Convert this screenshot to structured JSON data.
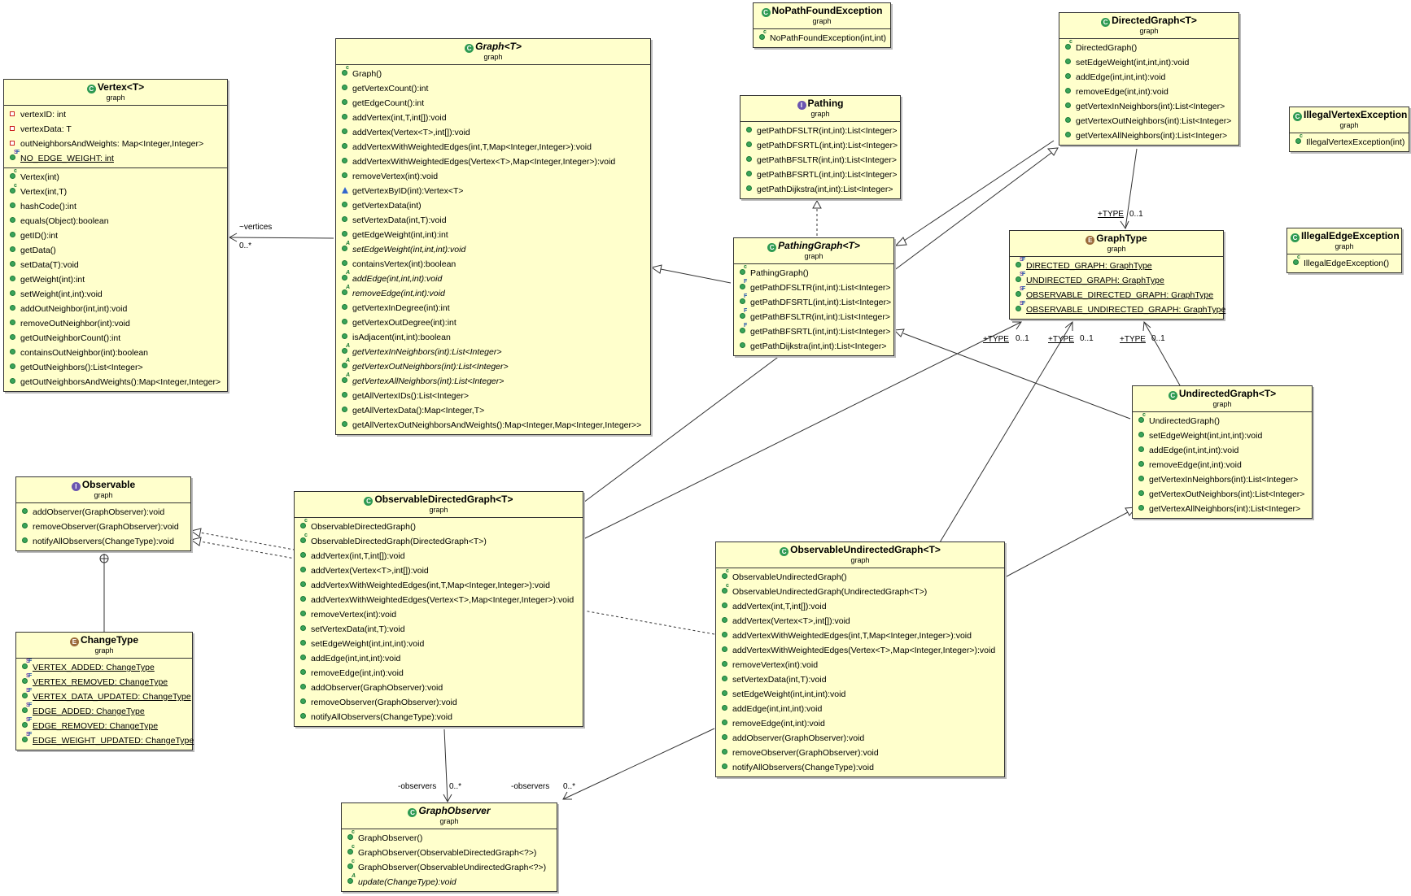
{
  "classes": {
    "vertex": {
      "name": "Vertex<T>",
      "package": "graph",
      "kind": "class",
      "fields": [
        {
          "text": "vertexID: int",
          "icon": "private-field-icon"
        },
        {
          "text": "vertexData: T",
          "icon": "private-field-icon"
        },
        {
          "text": "outNeighborsAndWeights: Map<Integer,Integer>",
          "icon": "private-field-icon"
        },
        {
          "text": "NO_EDGE_WEIGHT: int",
          "icon": "static-final-field-icon"
        }
      ],
      "methods": [
        {
          "text": "Vertex(int)",
          "icon": "constructor-icon"
        },
        {
          "text": "Vertex(int,T)",
          "icon": "constructor-icon"
        },
        {
          "text": "hashCode():int",
          "icon": "public-method-icon"
        },
        {
          "text": "equals(Object):boolean",
          "icon": "public-method-icon"
        },
        {
          "text": "getID():int",
          "icon": "public-method-icon"
        },
        {
          "text": "getData()",
          "icon": "public-method-icon"
        },
        {
          "text": "setData(T):void",
          "icon": "public-method-icon"
        },
        {
          "text": "getWeight(int):int",
          "icon": "public-method-icon"
        },
        {
          "text": "setWeight(int,int):void",
          "icon": "public-method-icon"
        },
        {
          "text": "addOutNeighbor(int,int):void",
          "icon": "public-method-icon"
        },
        {
          "text": "removeOutNeighbor(int):void",
          "icon": "public-method-icon"
        },
        {
          "text": "getOutNeighborCount():int",
          "icon": "public-method-icon"
        },
        {
          "text": "containsOutNeighbor(int):boolean",
          "icon": "public-method-icon"
        },
        {
          "text": "getOutNeighbors():List<Integer>",
          "icon": "public-method-icon"
        },
        {
          "text": "getOutNeighborsAndWeights():Map<Integer,Integer>",
          "icon": "public-method-icon"
        }
      ]
    },
    "graph": {
      "name": "Graph<T>",
      "package": "graph",
      "kind": "abstract",
      "fields": [],
      "methods": [
        {
          "text": "Graph()",
          "icon": "constructor-icon"
        },
        {
          "text": "getVertexCount():int",
          "icon": "public-method-icon"
        },
        {
          "text": "getEdgeCount():int",
          "icon": "public-method-icon"
        },
        {
          "text": "addVertex(int,T,int[]):void",
          "icon": "public-method-icon"
        },
        {
          "text": "addVertex(Vertex<T>,int[]):void",
          "icon": "public-method-icon"
        },
        {
          "text": "addVertexWithWeightedEdges(int,T,Map<Integer,Integer>):void",
          "icon": "public-method-icon"
        },
        {
          "text": "addVertexWithWeightedEdges(Vertex<T>,Map<Integer,Integer>):void",
          "icon": "public-method-icon"
        },
        {
          "text": "removeVertex(int):void",
          "icon": "public-method-icon"
        },
        {
          "text": "getVertexByID(int):Vertex<T>",
          "icon": "protected-method-icon"
        },
        {
          "text": "getVertexData(int)",
          "icon": "public-method-icon"
        },
        {
          "text": "setVertexData(int,T):void",
          "icon": "public-method-icon"
        },
        {
          "text": "getEdgeWeight(int,int):int",
          "icon": "public-method-icon"
        },
        {
          "text": "setEdgeWeight(int,int,int):void",
          "icon": "abstract-method-icon",
          "abstract": true
        },
        {
          "text": "containsVertex(int):boolean",
          "icon": "public-method-icon"
        },
        {
          "text": "addEdge(int,int,int):void",
          "icon": "abstract-method-icon",
          "abstract": true
        },
        {
          "text": "removeEdge(int,int):void",
          "icon": "abstract-method-icon",
          "abstract": true
        },
        {
          "text": "getVertexInDegree(int):int",
          "icon": "public-method-icon"
        },
        {
          "text": "getVertexOutDegree(int):int",
          "icon": "public-method-icon"
        },
        {
          "text": "isAdjacent(int,int):boolean",
          "icon": "public-method-icon"
        },
        {
          "text": "getVertexInNeighbors(int):List<Integer>",
          "icon": "abstract-method-icon",
          "abstract": true
        },
        {
          "text": "getVertexOutNeighbors(int):List<Integer>",
          "icon": "abstract-method-icon",
          "abstract": true
        },
        {
          "text": "getVertexAllNeighbors(int):List<Integer>",
          "icon": "abstract-method-icon",
          "abstract": true
        },
        {
          "text": "getAllVertexIDs():List<Integer>",
          "icon": "public-method-icon"
        },
        {
          "text": "getAllVertexData():Map<Integer,T>",
          "icon": "public-method-icon"
        },
        {
          "text": "getAllVertexOutNeighborsAndWeights():Map<Integer,Map<Integer,Integer>>",
          "icon": "public-method-icon"
        }
      ]
    },
    "noPathFound": {
      "name": "NoPathFoundException",
      "package": "graph",
      "kind": "class",
      "fields": [],
      "methods": [
        {
          "text": "NoPathFoundException(int,int)",
          "icon": "constructor-icon"
        }
      ]
    },
    "pathing": {
      "name": "Pathing",
      "package": "graph",
      "kind": "interface",
      "fields": [],
      "methods": [
        {
          "text": "getPathDFSLTR(int,int):List<Integer>",
          "icon": "public-method-icon"
        },
        {
          "text": "getPathDFSRTL(int,int):List<Integer>",
          "icon": "public-method-icon"
        },
        {
          "text": "getPathBFSLTR(int,int):List<Integer>",
          "icon": "public-method-icon"
        },
        {
          "text": "getPathBFSRTL(int,int):List<Integer>",
          "icon": "public-method-icon"
        },
        {
          "text": "getPathDijkstra(int,int):List<Integer>",
          "icon": "public-method-icon"
        }
      ]
    },
    "directedGraph": {
      "name": "DirectedGraph<T>",
      "package": "graph",
      "kind": "class",
      "fields": [],
      "methods": [
        {
          "text": "DirectedGraph()",
          "icon": "constructor-icon"
        },
        {
          "text": "setEdgeWeight(int,int,int):void",
          "icon": "public-method-icon"
        },
        {
          "text": "addEdge(int,int,int):void",
          "icon": "public-method-icon"
        },
        {
          "text": "removeEdge(int,int):void",
          "icon": "public-method-icon"
        },
        {
          "text": "getVertexInNeighbors(int):List<Integer>",
          "icon": "public-method-icon"
        },
        {
          "text": "getVertexOutNeighbors(int):List<Integer>",
          "icon": "public-method-icon"
        },
        {
          "text": "getVertexAllNeighbors(int):List<Integer>",
          "icon": "public-method-icon"
        }
      ]
    },
    "illegalVertex": {
      "name": "IllegalVertexException",
      "package": "graph",
      "kind": "class",
      "fields": [],
      "methods": [
        {
          "text": "IllegalVertexException(int)",
          "icon": "constructor-icon"
        }
      ]
    },
    "illegalEdge": {
      "name": "IllegalEdgeException",
      "package": "graph",
      "kind": "class",
      "fields": [],
      "methods": [
        {
          "text": "IllegalEdgeException()",
          "icon": "constructor-icon"
        }
      ]
    },
    "pathingGraph": {
      "name": "PathingGraph<T>",
      "package": "graph",
      "kind": "abstract",
      "fields": [],
      "methods": [
        {
          "text": "PathingGraph()",
          "icon": "constructor-icon"
        },
        {
          "text": "getPathDFSLTR(int,int):List<Integer>",
          "icon": "final-method-icon"
        },
        {
          "text": "getPathDFSRTL(int,int):List<Integer>",
          "icon": "final-method-icon"
        },
        {
          "text": "getPathBFSLTR(int,int):List<Integer>",
          "icon": "final-method-icon"
        },
        {
          "text": "getPathBFSRTL(int,int):List<Integer>",
          "icon": "final-method-icon"
        },
        {
          "text": "getPathDijkstra(int,int):List<Integer>",
          "icon": "public-method-icon"
        }
      ]
    },
    "graphType": {
      "name": "GraphType",
      "package": "graph",
      "kind": "enum",
      "fields": [
        {
          "text": "DIRECTED_GRAPH: GraphType",
          "icon": "static-final-field-icon"
        },
        {
          "text": "UNDIRECTED_GRAPH: GraphType",
          "icon": "static-final-field-icon"
        },
        {
          "text": "OBSERVABLE_DIRECTED_GRAPH: GraphType",
          "icon": "static-final-field-icon"
        },
        {
          "text": "OBSERVABLE_UNDIRECTED_GRAPH: GraphType",
          "icon": "static-final-field-icon"
        }
      ],
      "methods": []
    },
    "undirectedGraph": {
      "name": "UndirectedGraph<T>",
      "package": "graph",
      "kind": "class",
      "fields": [],
      "methods": [
        {
          "text": "UndirectedGraph()",
          "icon": "constructor-icon"
        },
        {
          "text": "setEdgeWeight(int,int,int):void",
          "icon": "public-method-icon"
        },
        {
          "text": "addEdge(int,int,int):void",
          "icon": "public-method-icon"
        },
        {
          "text": "removeEdge(int,int):void",
          "icon": "public-method-icon"
        },
        {
          "text": "getVertexInNeighbors(int):List<Integer>",
          "icon": "public-method-icon"
        },
        {
          "text": "getVertexOutNeighbors(int):List<Integer>",
          "icon": "public-method-icon"
        },
        {
          "text": "getVertexAllNeighbors(int):List<Integer>",
          "icon": "public-method-icon"
        }
      ]
    },
    "observable": {
      "name": "Observable",
      "package": "graph",
      "kind": "interface",
      "fields": [],
      "methods": [
        {
          "text": "addObserver(GraphObserver):void",
          "icon": "public-method-icon"
        },
        {
          "text": "removeObserver(GraphObserver):void",
          "icon": "public-method-icon"
        },
        {
          "text": "notifyAllObservers(ChangeType):void",
          "icon": "public-method-icon"
        }
      ]
    },
    "changeType": {
      "name": "ChangeType",
      "package": "graph",
      "kind": "enum",
      "fields": [
        {
          "text": "VERTEX_ADDED: ChangeType",
          "icon": "static-final-field-icon"
        },
        {
          "text": "VERTEX_REMOVED: ChangeType",
          "icon": "static-final-field-icon"
        },
        {
          "text": "VERTEX_DATA_UPDATED: ChangeType",
          "icon": "static-final-field-icon"
        },
        {
          "text": "EDGE_ADDED: ChangeType",
          "icon": "static-final-field-icon"
        },
        {
          "text": "EDGE_REMOVED: ChangeType",
          "icon": "static-final-field-icon"
        },
        {
          "text": "EDGE_WEIGHT_UPDATED: ChangeType",
          "icon": "static-final-field-icon"
        }
      ],
      "methods": []
    },
    "observableDirected": {
      "name": "ObservableDirectedGraph<T>",
      "package": "graph",
      "kind": "class",
      "fields": [],
      "methods": [
        {
          "text": "ObservableDirectedGraph()",
          "icon": "constructor-icon"
        },
        {
          "text": "ObservableDirectedGraph(DirectedGraph<T>)",
          "icon": "constructor-icon"
        },
        {
          "text": "addVertex(int,T,int[]):void",
          "icon": "public-method-icon"
        },
        {
          "text": "addVertex(Vertex<T>,int[]):void",
          "icon": "public-method-icon"
        },
        {
          "text": "addVertexWithWeightedEdges(int,T,Map<Integer,Integer>):void",
          "icon": "public-method-icon"
        },
        {
          "text": "addVertexWithWeightedEdges(Vertex<T>,Map<Integer,Integer>):void",
          "icon": "public-method-icon"
        },
        {
          "text": "removeVertex(int):void",
          "icon": "public-method-icon"
        },
        {
          "text": "setVertexData(int,T):void",
          "icon": "public-method-icon"
        },
        {
          "text": "setEdgeWeight(int,int,int):void",
          "icon": "public-method-icon"
        },
        {
          "text": "addEdge(int,int,int):void",
          "icon": "public-method-icon"
        },
        {
          "text": "removeEdge(int,int):void",
          "icon": "public-method-icon"
        },
        {
          "text": "addObserver(GraphObserver):void",
          "icon": "public-method-icon"
        },
        {
          "text": "removeObserver(GraphObserver):void",
          "icon": "public-method-icon"
        },
        {
          "text": "notifyAllObservers(ChangeType):void",
          "icon": "public-method-icon"
        }
      ]
    },
    "observableUndirected": {
      "name": "ObservableUndirectedGraph<T>",
      "package": "graph",
      "kind": "class",
      "fields": [],
      "methods": [
        {
          "text": "ObservableUndirectedGraph()",
          "icon": "constructor-icon"
        },
        {
          "text": "ObservableUndirectedGraph(UndirectedGraph<T>)",
          "icon": "constructor-icon"
        },
        {
          "text": "addVertex(int,T,int[]):void",
          "icon": "public-method-icon"
        },
        {
          "text": "addVertex(Vertex<T>,int[]):void",
          "icon": "public-method-icon"
        },
        {
          "text": "addVertexWithWeightedEdges(int,T,Map<Integer,Integer>):void",
          "icon": "public-method-icon"
        },
        {
          "text": "addVertexWithWeightedEdges(Vertex<T>,Map<Integer,Integer>):void",
          "icon": "public-method-icon"
        },
        {
          "text": "removeVertex(int):void",
          "icon": "public-method-icon"
        },
        {
          "text": "setVertexData(int,T):void",
          "icon": "public-method-icon"
        },
        {
          "text": "setEdgeWeight(int,int,int):void",
          "icon": "public-method-icon"
        },
        {
          "text": "addEdge(int,int,int):void",
          "icon": "public-method-icon"
        },
        {
          "text": "removeEdge(int,int):void",
          "icon": "public-method-icon"
        },
        {
          "text": "addObserver(GraphObserver):void",
          "icon": "public-method-icon"
        },
        {
          "text": "removeObserver(GraphObserver):void",
          "icon": "public-method-icon"
        },
        {
          "text": "notifyAllObservers(ChangeType):void",
          "icon": "public-method-icon"
        }
      ]
    },
    "graphObserver": {
      "name": "GraphObserver",
      "package": "graph",
      "kind": "abstract",
      "fields": [],
      "methods": [
        {
          "text": "GraphObserver()",
          "icon": "constructor-icon"
        },
        {
          "text": "GraphObserver(ObservableDirectedGraph<?>)",
          "icon": "constructor-icon"
        },
        {
          "text": "GraphObserver(ObservableUndirectedGraph<?>)",
          "icon": "constructor-icon"
        },
        {
          "text": "update(ChangeType):void",
          "icon": "abstract-method-icon",
          "abstract": true
        }
      ]
    }
  },
  "edge_labels": {
    "vertices_role": "~vertices",
    "vertices_mult": "0..*",
    "type_role": "+TYPE",
    "type_mult": "0..1",
    "observers_role": "-observers",
    "observers_mult": "0..*"
  },
  "colors": {
    "class_fill": "#ffffcc",
    "border": "#333333",
    "public_icon": "#3aa45a",
    "interface_icon": "#6a55b0",
    "enum_icon": "#9a6a3a"
  }
}
